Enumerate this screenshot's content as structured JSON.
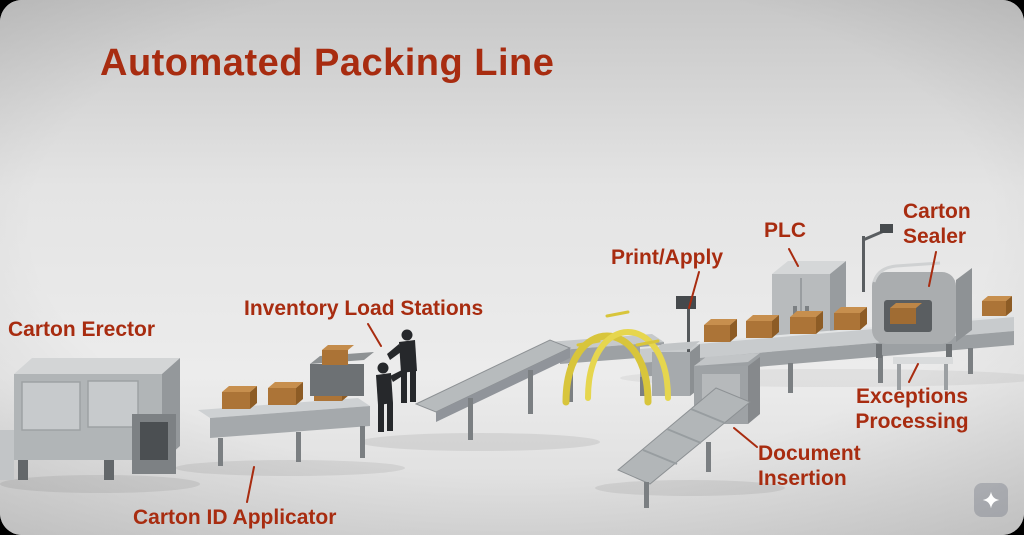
{
  "scene": {
    "title": "Automated Packing Line",
    "accent_color": "#a82c10",
    "labels": {
      "carton_erector": "Carton Erector",
      "carton_id_applicator": "Carton ID Applicator",
      "inventory_load_stations": "Inventory Load Stations",
      "print_apply": "Print/Apply",
      "plc": "PLC",
      "carton_sealer": "Carton Sealer",
      "exceptions_processing": "Exceptions Processing",
      "document_insertion": "Document Insertion"
    },
    "watermark_icon": "four-point-sparkle"
  }
}
